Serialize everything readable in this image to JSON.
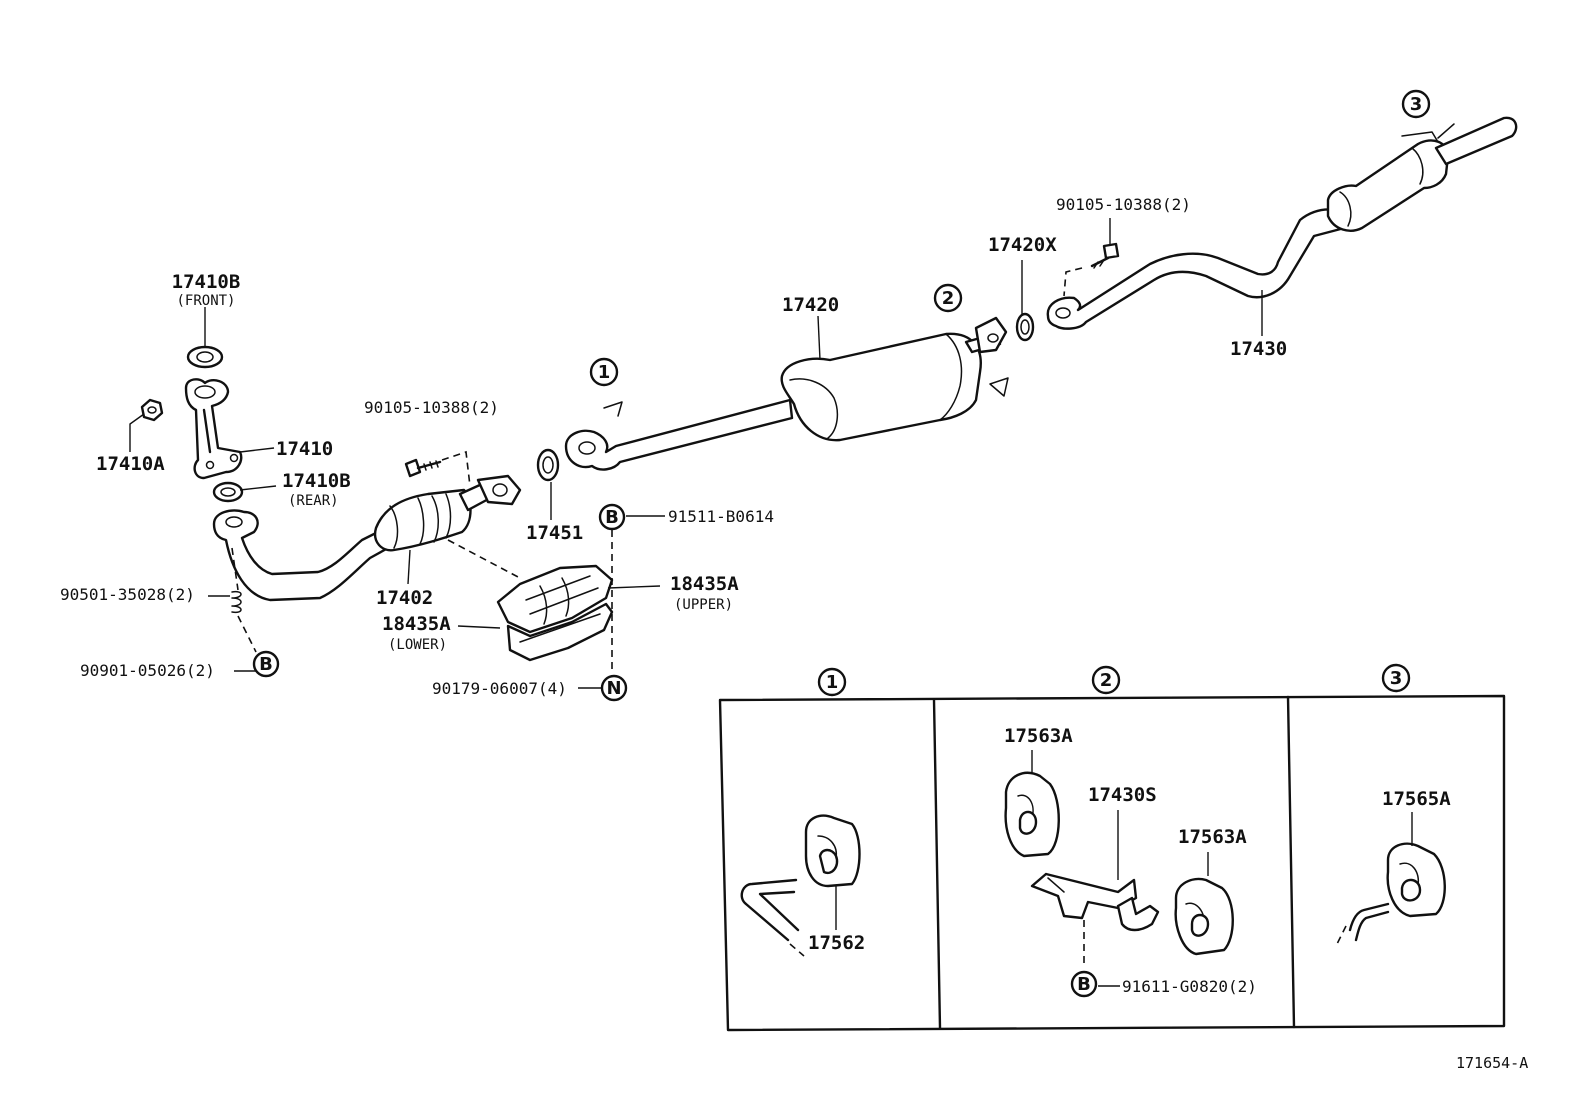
{
  "labels": {
    "p17410b_front": "17410B",
    "p17410b_front_sub": "(FRONT)",
    "p17410a": "17410A",
    "p17410": "17410",
    "p17410b_rear": "17410B",
    "p17410b_rear_sub": "(REAR)",
    "bolt_a": "90105-10388(2)",
    "p17451": "17451",
    "p17402": "17402",
    "p18435a_upper": "18435A",
    "p18435a_upper_sub": "(UPPER)",
    "p18435a_lower": "18435A",
    "p18435a_lower_sub": "(LOWER)",
    "spring": "90501-35028(2)",
    "bolt_b": "90901-05026(2)",
    "nut_n": "90179-06007(4)",
    "bolt_b2": "91511-B0614",
    "p17420": "17420",
    "p17420x": "17420X",
    "bolt_c": "90105-10388(2)",
    "p17430": "17430",
    "p17562": "17562",
    "p17563a_1": "17563A",
    "p17430s": "17430S",
    "p17563a_2": "17563A",
    "bolt_d": "91611-G0820(2)",
    "p17565a": "17565A",
    "circle_b": "B",
    "circle_n": "N",
    "circle_1": "1",
    "circle_2": "2",
    "circle_3": "3",
    "diagram_code": "171654-A"
  }
}
